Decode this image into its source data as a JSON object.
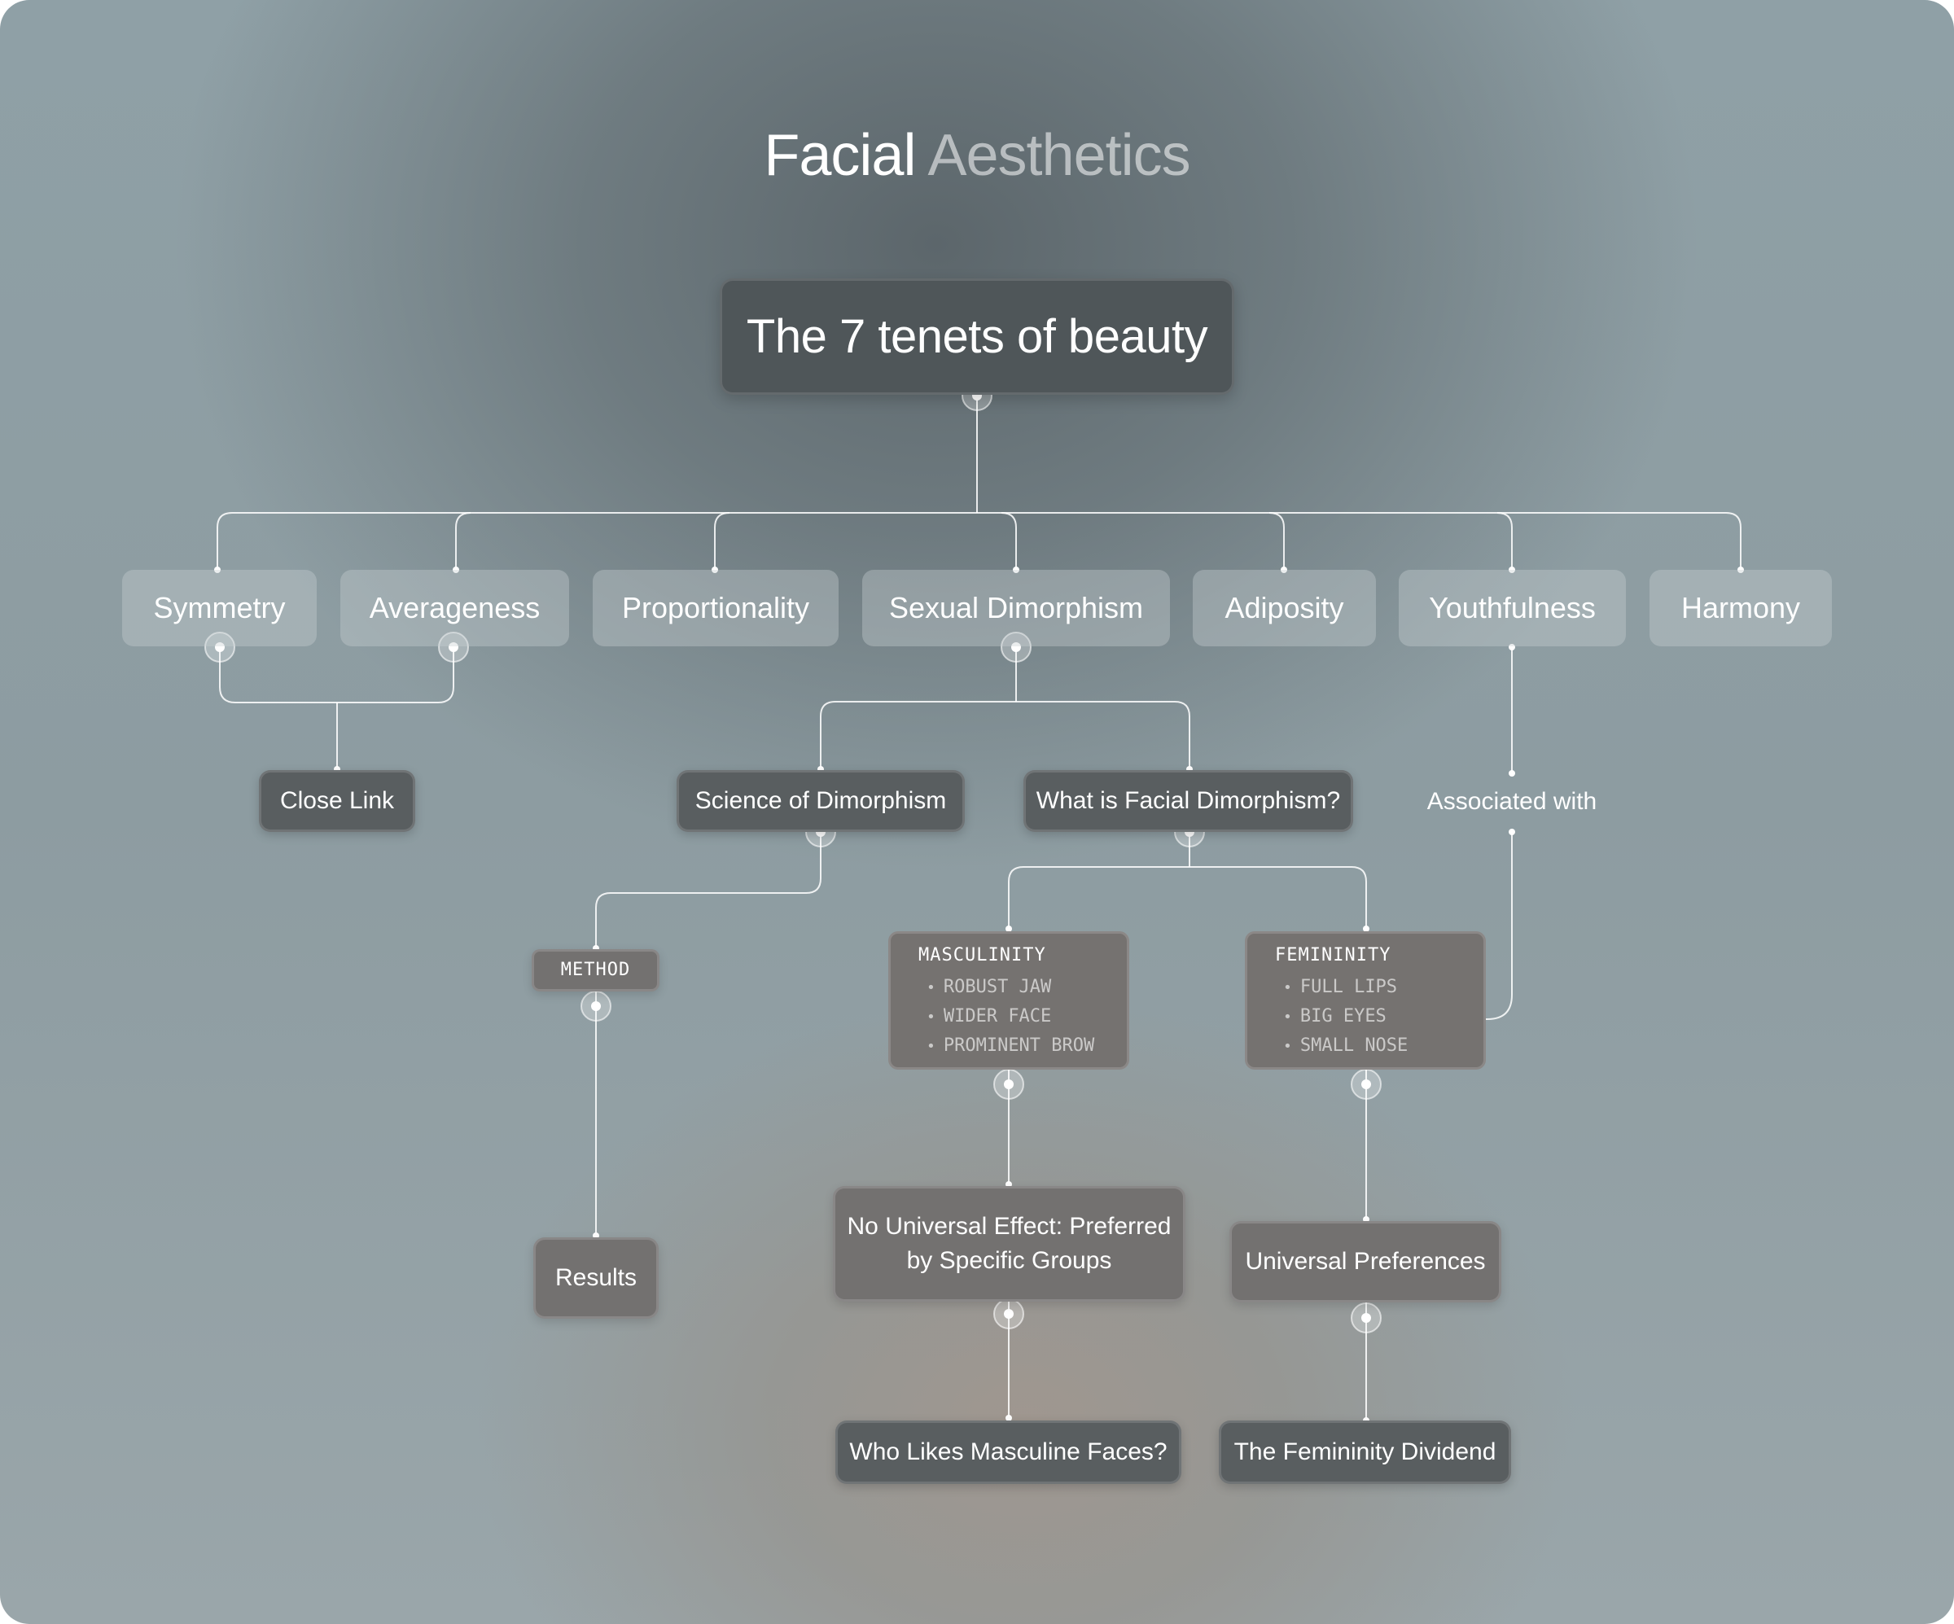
{
  "title": {
    "primary": "Facial",
    "secondary": "Aesthetics"
  },
  "root": "The 7 tenets of beauty",
  "tenets": [
    "Symmetry",
    "Averageness",
    "Proportionality",
    "Sexual Dimorphism",
    "Adiposity",
    "Youthfulness",
    "Harmony"
  ],
  "close_link": "Close Link",
  "science": "Science of Dimorphism",
  "what_is": "What is Facial Dimorphism?",
  "associated": "Associated with",
  "method": "METHOD",
  "results": "Results",
  "masculinity": {
    "title": "MASCULINITY",
    "items": [
      "ROBUST JAW",
      "WIDER FACE",
      "PROMINENT BROW"
    ]
  },
  "femininity": {
    "title": "FEMININITY",
    "items": [
      "FULL LIPS",
      "BIG EYES",
      "SMALL NOSE"
    ]
  },
  "no_universal": {
    "line1": "No Universal Effect: Preferred",
    "line2": "by Specific Groups"
  },
  "universal": "Universal Preferences",
  "who_likes": "Who Likes Masculine Faces?",
  "dividend": "The Femininity Dividend"
}
